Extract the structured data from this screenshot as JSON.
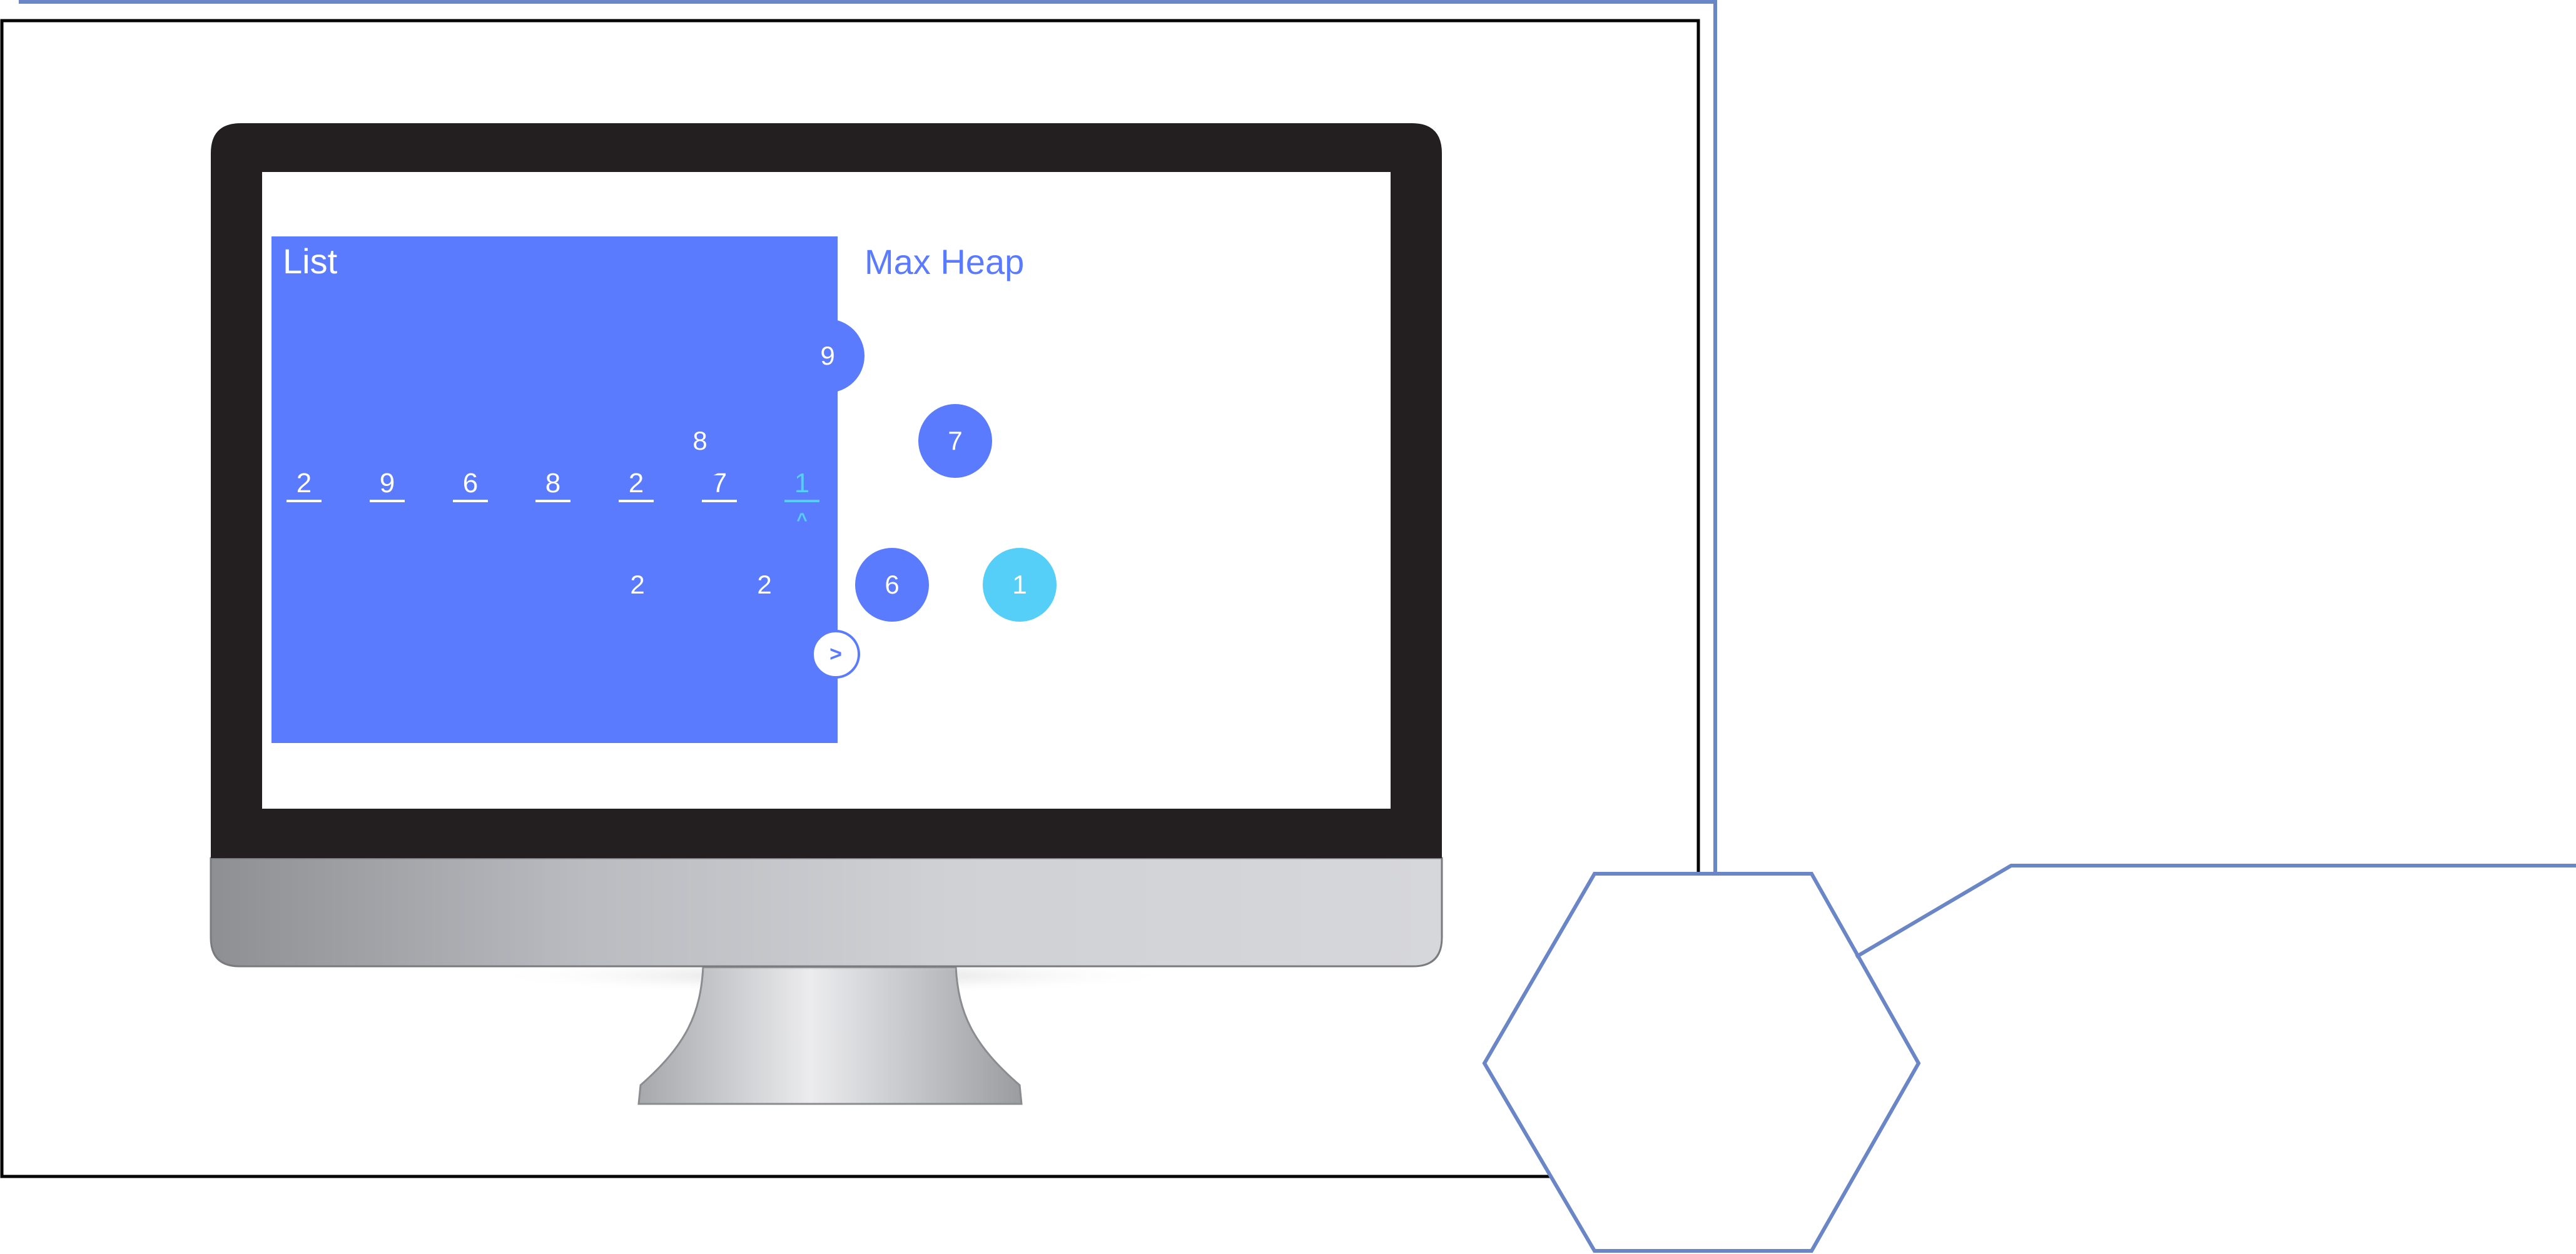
{
  "list_panel": {
    "title": "List",
    "items": [
      {
        "value": "2",
        "active": false
      },
      {
        "value": "9",
        "active": false
      },
      {
        "value": "6",
        "active": false
      },
      {
        "value": "8",
        "active": false
      },
      {
        "value": "2",
        "active": false
      },
      {
        "value": "7",
        "active": false
      },
      {
        "value": "1",
        "active": true
      }
    ],
    "pointer": "^",
    "next_label": ">"
  },
  "heap_panel": {
    "title": "Max Heap",
    "nodes": [
      {
        "value": "9",
        "active": false
      },
      {
        "value": "8",
        "active": false
      },
      {
        "value": "7",
        "active": false
      },
      {
        "value": "2",
        "active": false
      },
      {
        "value": "2",
        "active": false
      },
      {
        "value": "6",
        "active": false
      },
      {
        "value": "1",
        "active": true
      }
    ]
  },
  "colors": {
    "accent": "#5b7bff",
    "highlight": "#55cff8",
    "bezel": "#231f20",
    "outline": "#6a86c6"
  }
}
